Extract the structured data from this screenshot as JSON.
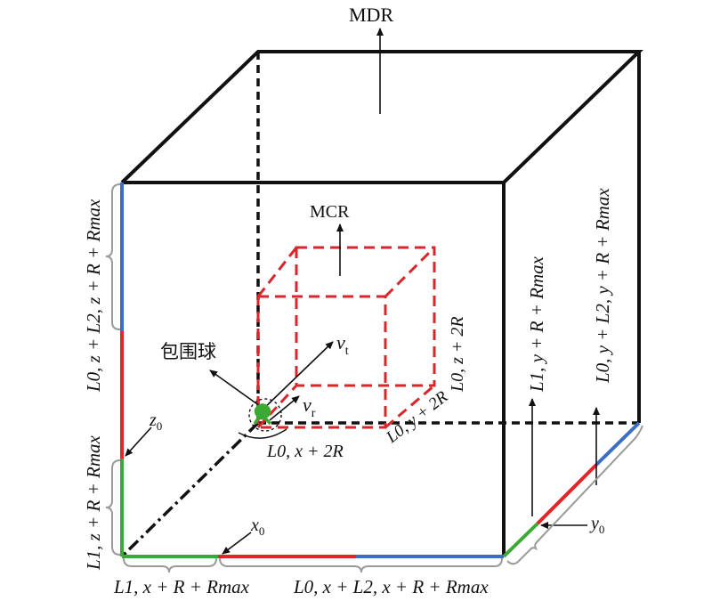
{
  "labels": {
    "mdr": "MDR",
    "mcr": "MCR",
    "bounding_sphere": "包围球",
    "vt": "v",
    "vt_sub": "t",
    "vr": "v",
    "vr_sub": "r",
    "x0": "x",
    "x0_sub": "0",
    "y0": "y",
    "y0_sub": "0",
    "z0": "z",
    "z0_sub": "0",
    "mcr_x": "L0, x + 2R",
    "mcr_y": "L0, y + 2R",
    "mcr_z": "L0, z + 2R",
    "dim_left_upper": "L0, z + L2, z + R + Rmax",
    "dim_left_lower": "L1, z + R + Rmax",
    "dim_bottom_left": "L1, x + R + Rmax",
    "dim_bottom_right": "L0, x + L2, x + R + Rmax",
    "dim_right_inner": "L1, y + R + Rmax",
    "dim_right_outer": "L0, y + L2, y + R + Rmax"
  },
  "colors": {
    "frame": "#111111",
    "mcr": "#d9262b",
    "segment_red": "#e0262b",
    "segment_green": "#3aaa35",
    "segment_blue": "#3a6fc4",
    "brace": "#9a9a9a"
  }
}
